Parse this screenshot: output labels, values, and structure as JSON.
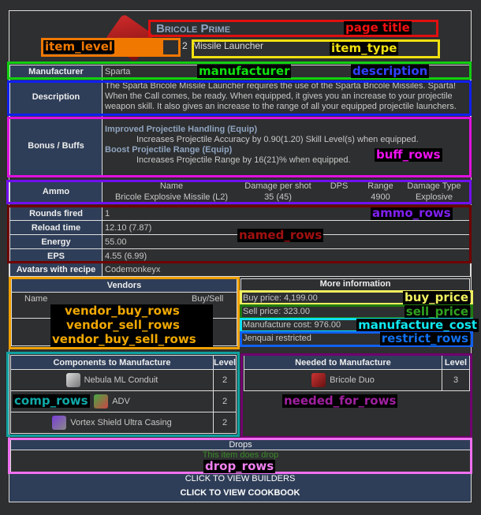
{
  "header": {
    "title": "Bricole Prime",
    "item_level": "2",
    "item_type": "Missile Launcher"
  },
  "manufacturer": {
    "label": "Manufacturer",
    "value": "Sparta"
  },
  "description": {
    "label": "Description",
    "value": "The Sparta Bricole Missile Launcher requires the use of the Sparta Bricole Missiles. Sparta! When the Call comes, be ready. When equipped, it gives you an increase to your projectile weapon skill. It also gives an increase to the range of all your equipped projectile launchers."
  },
  "buffs": {
    "label": "Bonus / Buffs",
    "items": [
      {
        "name": "Improved Projectile Handling (Equip)",
        "desc": "Increases Projectile Accuracy by 0.90(1.20) Skill Level(s) when equipped."
      },
      {
        "name": "Boost Projectile Range (Equip)",
        "desc": "Increases Projectile Range by 16(21)% when equipped."
      }
    ]
  },
  "ammo": {
    "label": "Ammo",
    "headers": [
      "Name",
      "Damage per shot",
      "DPS",
      "Range",
      "Damage Type"
    ],
    "row": [
      "Bricole Explosive Missile (L2)",
      "35 (45)",
      "",
      "4900",
      "Explosive"
    ]
  },
  "named_rows": [
    {
      "label": "Rounds fired",
      "value": "1"
    },
    {
      "label": "Reload time",
      "value": "12.10 (7.87)"
    },
    {
      "label": "Energy",
      "value": "55.00"
    },
    {
      "label": "EPS",
      "value": "4.55 (6.99)"
    }
  ],
  "avatars": {
    "label": "Avatars with recipe",
    "value": "Codemonkeyx"
  },
  "vendors": {
    "title": "Vendors",
    "col_name": "Name",
    "col_buysell": "Buy/Sell"
  },
  "more_info": {
    "title": "More information",
    "buy_price": "Buy price: 4,199.00",
    "sell_price": "Sell price: 323.00",
    "manufacture_cost": "Manufacture cost: 976.00",
    "restrict": "Jenquai restricted"
  },
  "components": {
    "title": "Components to Manufacture",
    "level": "Level",
    "rows": [
      {
        "name": "Nebula ML Conduit",
        "level": "2"
      },
      {
        "name": "ADV",
        "level": "2"
      },
      {
        "name": "Vortex Shield Ultra Casing",
        "level": "2"
      }
    ]
  },
  "needed": {
    "title": "Needed to Manufacture",
    "level": "Level",
    "rows": [
      {
        "name": "Bricole Duo",
        "level": "3"
      }
    ]
  },
  "drops": {
    "title": "Drops",
    "text": "This item does drop"
  },
  "links": {
    "builders": "CLICK TO VIEW BUILDERS",
    "cookbook": "CLICK TO VIEW COOKBOOK"
  },
  "annotations": {
    "page_title": "page title",
    "item_level": "item_level",
    "item_type": "item_type",
    "manufacturer": "manufacturer",
    "description": "description",
    "buff_rows": "buff_rows",
    "ammo_rows": "ammo_rows",
    "named_rows": "named_rows",
    "vendor_buy_rows": "vendor_buy_rows",
    "vendor_sell_rows": "vendor_sell_rows",
    "vendor_buy_sell_rows": "vendor_buy_sell_rows",
    "buy_price": "buy_price",
    "sell_price": "sell_price",
    "manufacture_cost": "manufacture_cost",
    "restrict_rows": "restrict_rows",
    "comp_rows": "comp_rows",
    "needed_for_rows": "needed_for_rows",
    "drop_rows": "drop_rows"
  }
}
